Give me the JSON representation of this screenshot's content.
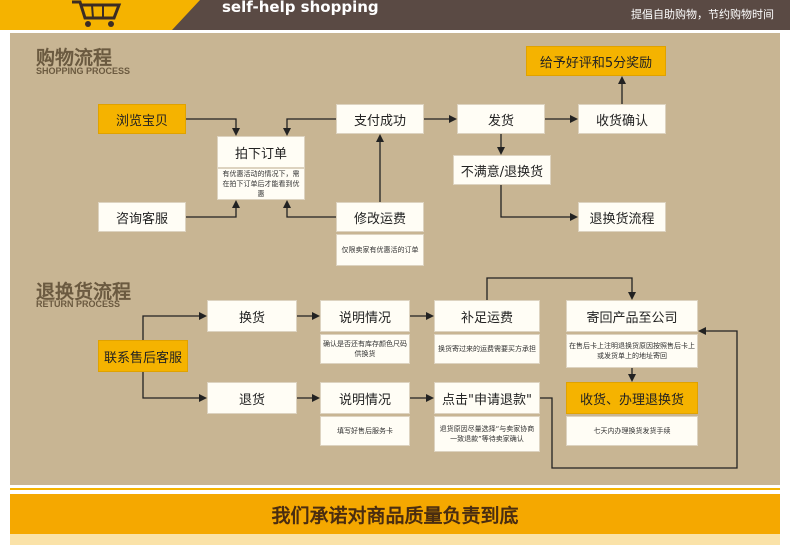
{
  "header": {
    "title": "self-help shopping",
    "slogan": "提倡自助购物，节约购物时间",
    "cart_icon": "shopping-cart-icon"
  },
  "shopping": {
    "title": "购物流程",
    "subtitle": "SHOPPING PROCESS",
    "browse": "浏览宝贝",
    "consult": "咨询客服",
    "order": "拍下订单",
    "order_note": "有优惠活动的情况下，需在拍下订单后才能看到优惠",
    "paid": "支付成功",
    "modify": "修改运费",
    "modify_note": "仅限卖家有优惠活的订单",
    "ship": "发货",
    "confirm": "收货确认",
    "review": "给予好评和5分奖励",
    "unsatisfied": "不满意/退换货",
    "return_flow": "退换货流程"
  },
  "returns": {
    "title": "退换货流程",
    "subtitle": "RETURN PROCESS",
    "contact": "联系售后客服",
    "exchange": "换货",
    "refund": "退货",
    "explain": "说明情况",
    "explain_ex_note": "确认是否还有库存颜色尺码供换货",
    "explain_rf_note": "填写好售后服务卡",
    "pay_shipping": "补足运费",
    "pay_shipping_note": "换货寄过来的运费需要买方承担",
    "apply_refund": "点击\"申请退款\"",
    "apply_refund_note": "退货原因尽量选择“与卖家协商一致退款”等待卖家确认",
    "send_back": "寄回产品至公司",
    "send_back_note": "在售后卡上注明退换货原因按照售后卡上或发货单上的地址寄回",
    "receive": "收货、办理退换货",
    "receive_note": "七天内办理换货发货手续"
  },
  "footer": {
    "promise": "我们承诺对商品质量负责到底"
  },
  "colors": {
    "accent": "#f5b300",
    "panel": "#c8b593",
    "header_bg": "#5a4a44"
  }
}
